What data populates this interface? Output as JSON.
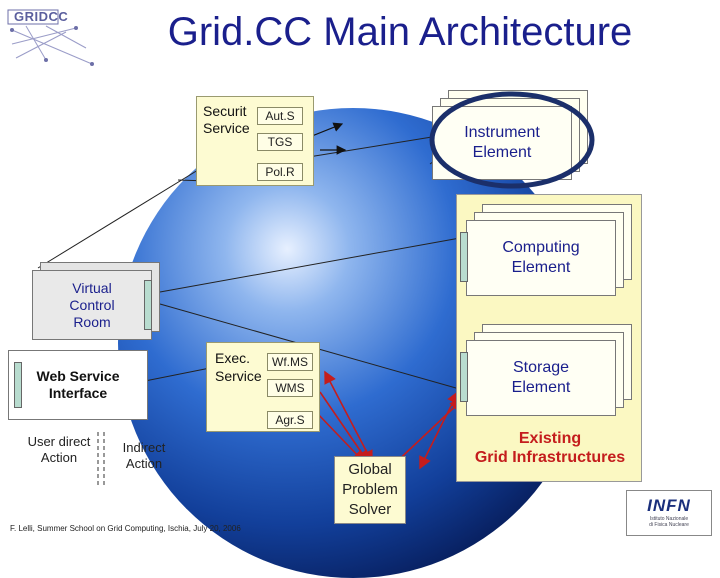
{
  "header": {
    "logo_text": "GRIDCC",
    "title": "Grid.CC Main Architecture"
  },
  "security": {
    "label_line1": "Securit",
    "label_line2": "Service",
    "auts": "Aut.S",
    "tgs": "TGS",
    "polr": "Pol.R"
  },
  "instrument": {
    "line1": "Instrument",
    "line2": "Element"
  },
  "computing": {
    "line1": "Computing",
    "line2": "Element"
  },
  "storage": {
    "line1": "Storage",
    "line2": "Element"
  },
  "existing": {
    "line1": "Existing",
    "line2": "Grid Infrastructures"
  },
  "vcr": {
    "line1": "Virtual",
    "line2": "Control",
    "line3": "Room"
  },
  "web_service": {
    "line1": "Web Service",
    "line2": "Interface"
  },
  "actions": {
    "user_direct_line1": "User direct",
    "user_direct_line2": "Action",
    "indirect_line1": "Indirect",
    "indirect_line2": "Action"
  },
  "exec": {
    "label_line1": "Exec.",
    "label_line2": "Service",
    "wfms": "Wf.MS",
    "wms": "WMS",
    "agrs": "Agr.S"
  },
  "gps": {
    "line1": "Global",
    "line2": "Problem",
    "line3": "Solver"
  },
  "footer": {
    "citation": "F. Lelli, Summer School on Grid Computing, Ischia, July 20, 2006"
  },
  "infn": {
    "logo_text": "INFN",
    "sub_line1": "Istituto Nazionale",
    "sub_line2": "di Fisica Nucleare"
  },
  "colors": {
    "title_blue": "#1a1f8c",
    "panel_yellow": "#fdfbd2",
    "existing_panel": "#fbf8c2",
    "ring_navy": "#1b2f6a",
    "arrow_red": "#c41d1d",
    "globe_blue": "#2f6cd0"
  }
}
